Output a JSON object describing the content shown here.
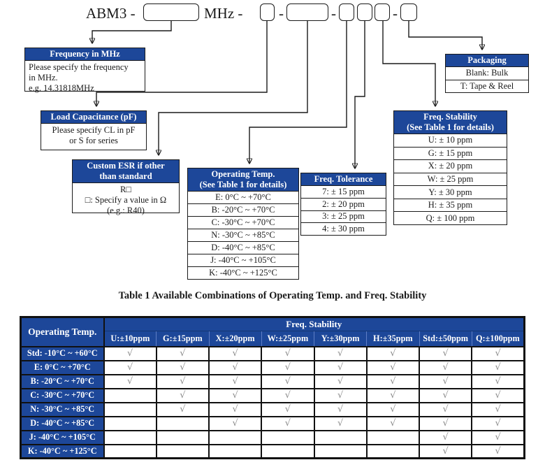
{
  "part_number": {
    "prefix_label": "ABM3 -",
    "mhz_label": "MHz -",
    "separator": "-"
  },
  "blocks": {
    "frequency": {
      "title": "Frequency in MHz",
      "lines": [
        "Please specify the frequency",
        "in MHz.",
        "e.g. 14.31818MHz"
      ]
    },
    "load_capacitance": {
      "title": "Load Capacitance (pF)",
      "lines": [
        "Please specify CL in pF",
        "or S for series"
      ]
    },
    "custom_esr": {
      "title_line1": "Custom ESR if other",
      "title_line2": "than standard",
      "lines": [
        "R□",
        "□: Specify a value in Ω",
        "(e.g.: R40)"
      ]
    },
    "operating_temp": {
      "title": "Operating Temp.",
      "subtitle": "(See Table 1 for details)",
      "options": [
        "E: 0°C ~ +70°C",
        "B: -20°C ~ +70°C",
        "C: -30°C ~ +70°C",
        "N: -30°C ~ +85°C",
        "D: -40°C ~ +85°C",
        "J: -40°C ~ +105°C",
        "K: -40°C ~ +125°C"
      ]
    },
    "freq_tolerance": {
      "title": "Freq. Tolerance",
      "options": [
        "7: ± 15 ppm",
        "2: ± 20 ppm",
        "3: ± 25 ppm",
        "4: ± 30 ppm"
      ]
    },
    "freq_stability": {
      "title": "Freq. Stability",
      "subtitle": "(See Table 1 for details)",
      "options": [
        "U: ± 10 ppm",
        "G: ± 15 ppm",
        "X: ± 20 ppm",
        "W: ± 25 ppm",
        "Y: ± 30 ppm",
        "H: ± 35 ppm",
        "Q: ± 100 ppm"
      ]
    },
    "packaging": {
      "title": "Packaging",
      "options": [
        "Blank: Bulk",
        "T: Tape & Reel"
      ]
    }
  },
  "table": {
    "title": "Table 1 Available Combinations of Operating Temp. and Freq. Stability",
    "corner_header": "Operating Temp.",
    "group_header": "Freq. Stability",
    "columns": [
      "U:±10ppm",
      "G:±15ppm",
      "X:±20ppm",
      "W:±25ppm",
      "Y:±30ppm",
      "H:±35ppm",
      "Std:±50ppm",
      "Q:±100ppm"
    ],
    "check_symbol": "√",
    "rows": [
      {
        "label": "Std: -10°C ~ +60°C",
        "checks": [
          1,
          1,
          1,
          1,
          1,
          1,
          1,
          1
        ]
      },
      {
        "label": "E: 0°C ~ +70°C",
        "checks": [
          1,
          1,
          1,
          1,
          1,
          1,
          1,
          1
        ]
      },
      {
        "label": "B: -20°C ~ +70°C",
        "checks": [
          1,
          1,
          1,
          1,
          1,
          1,
          1,
          1
        ]
      },
      {
        "label": "C: -30°C ~ +70°C",
        "checks": [
          0,
          1,
          1,
          1,
          1,
          1,
          1,
          1
        ]
      },
      {
        "label": "N: -30°C ~ +85°C",
        "checks": [
          0,
          1,
          1,
          1,
          1,
          1,
          1,
          1
        ]
      },
      {
        "label": "D: -40°C ~ +85°C",
        "checks": [
          0,
          0,
          1,
          1,
          1,
          1,
          1,
          1
        ]
      },
      {
        "label": "J: -40°C ~ +105°C",
        "checks": [
          0,
          0,
          0,
          0,
          0,
          0,
          1,
          1
        ]
      },
      {
        "label": "K: -40°C ~ +125°C",
        "checks": [
          0,
          0,
          0,
          0,
          0,
          0,
          1,
          1
        ]
      }
    ]
  },
  "colors": {
    "header_blue": "#1d4799",
    "check_gray": "#8a8a8a",
    "line_black": "#1a1a1a"
  }
}
